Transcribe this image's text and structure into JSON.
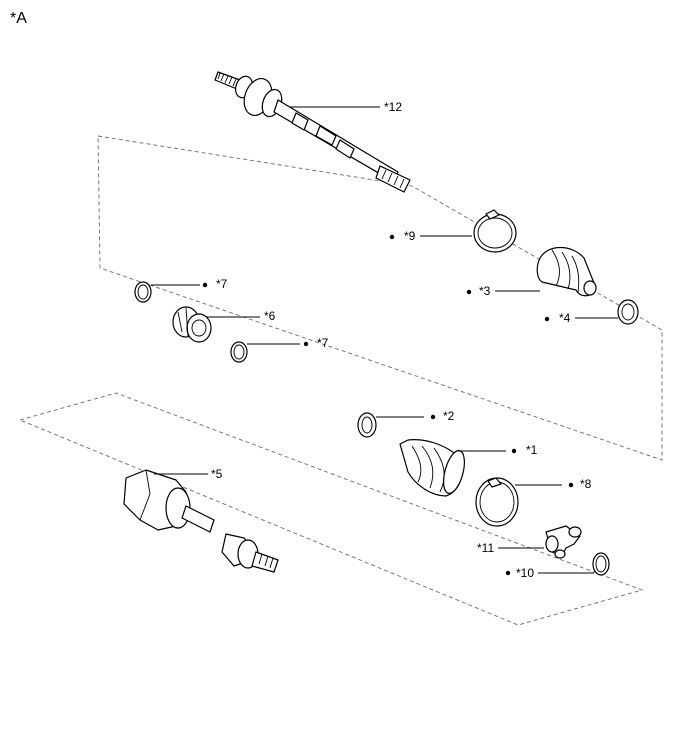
{
  "figure": {
    "view_label": "*A",
    "callouts": [
      {
        "id": "c12",
        "label": "*12",
        "dot": false
      },
      {
        "id": "c9",
        "label": "*9",
        "dot": true
      },
      {
        "id": "c3",
        "label": "*3",
        "dot": true
      },
      {
        "id": "c4",
        "label": "*4",
        "dot": true
      },
      {
        "id": "c7a",
        "label": "*7",
        "dot": true
      },
      {
        "id": "c6",
        "label": "*6",
        "dot": false
      },
      {
        "id": "c7b",
        "label": "*7",
        "dot": true
      },
      {
        "id": "c2",
        "label": "*2",
        "dot": true
      },
      {
        "id": "c1",
        "label": "*1",
        "dot": true
      },
      {
        "id": "c5",
        "label": "*5",
        "dot": false
      },
      {
        "id": "c8",
        "label": "*8",
        "dot": true
      },
      {
        "id": "c11",
        "label": "*11",
        "dot": false
      },
      {
        "id": "c10",
        "label": "*10",
        "dot": true
      }
    ]
  }
}
